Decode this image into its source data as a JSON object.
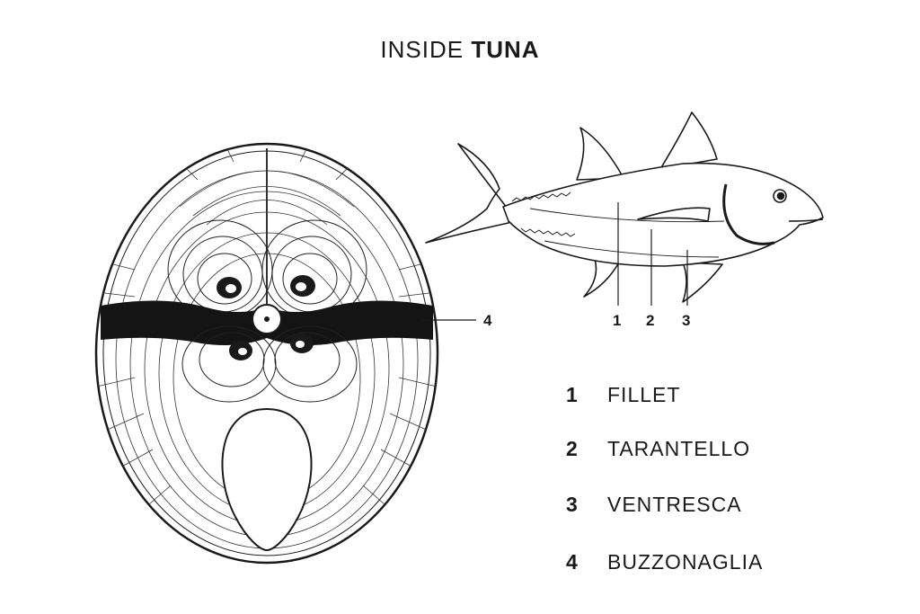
{
  "title": {
    "regular": "INSIDE",
    "bold": "TUNA"
  },
  "callouts": {
    "c1": "1",
    "c2": "2",
    "c3": "3",
    "c4": "4"
  },
  "legend": [
    {
      "number": "1",
      "label": "FILLET"
    },
    {
      "number": "2",
      "label": "TARANTELLO"
    },
    {
      "number": "3",
      "label": "VENTRESCA"
    },
    {
      "number": "4",
      "label": "BUZZONAGLIA"
    }
  ]
}
